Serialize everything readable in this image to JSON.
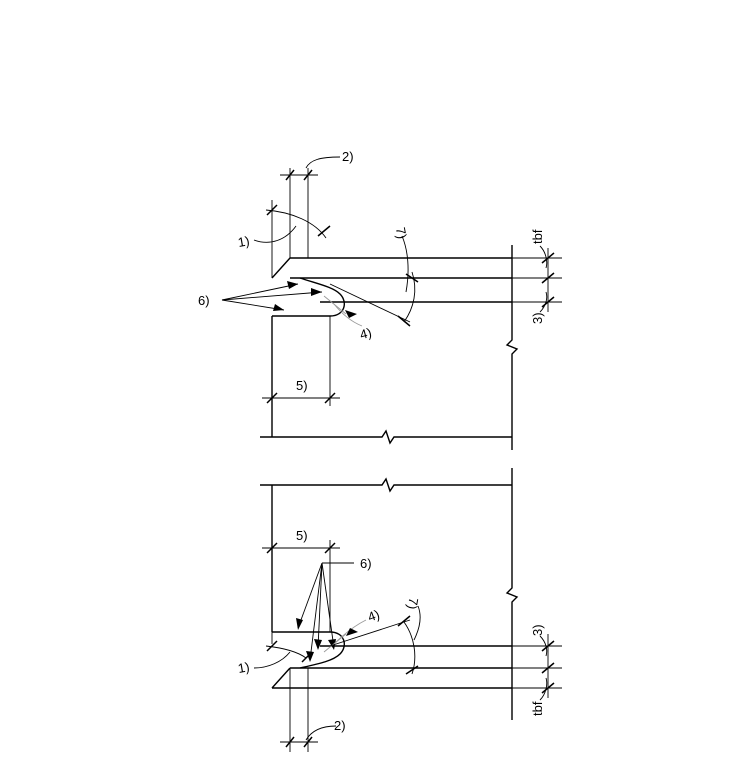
{
  "labels": {
    "l1": "1)",
    "l2": "2)",
    "l3": "3)",
    "l4": "4)",
    "l5": "5)",
    "l6": "6)",
    "l7": "7)",
    "tbf": "tbf"
  }
}
